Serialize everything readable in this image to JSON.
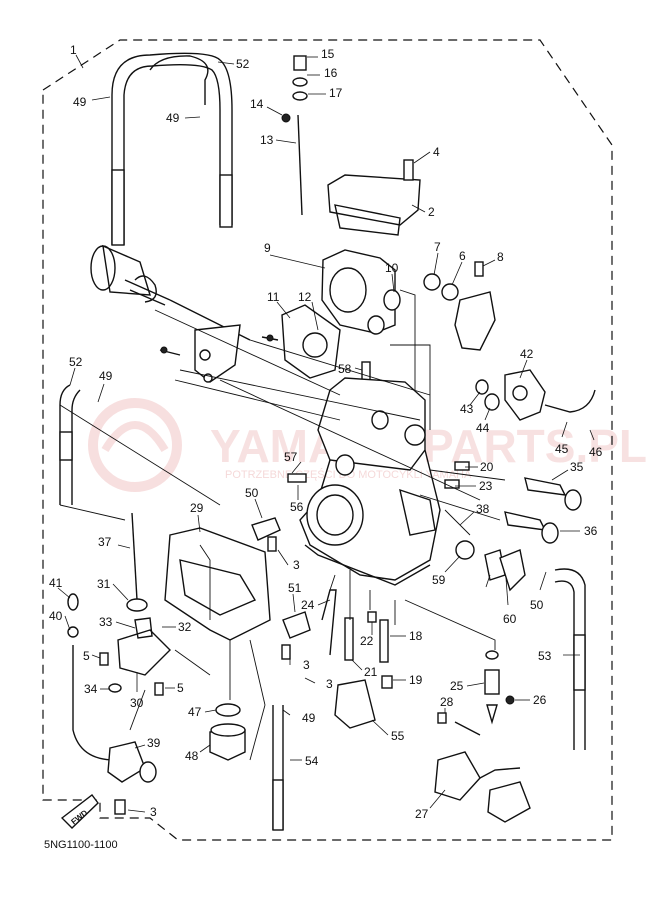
{
  "diagram": {
    "code": "5NG1100-1100",
    "fwd_label": "FWD",
    "watermark": "YAMAHA-PARTS.PL",
    "watermark_sub": "POTRZEBNE CZĘŚCI DO MOTOCYKLI YAMAHA",
    "callouts": [
      "1",
      "2",
      "3",
      "3",
      "3",
      "3",
      "4",
      "5",
      "5",
      "6",
      "7",
      "8",
      "9",
      "10",
      "11",
      "12",
      "13",
      "14",
      "15",
      "16",
      "17",
      "18",
      "19",
      "20",
      "21",
      "22",
      "23",
      "24",
      "25",
      "26",
      "27",
      "28",
      "29",
      "30",
      "31",
      "32",
      "33",
      "34",
      "35",
      "36",
      "37",
      "38",
      "39",
      "40",
      "41",
      "42",
      "43",
      "44",
      "45",
      "46",
      "47",
      "48",
      "49",
      "49",
      "49",
      "49",
      "50",
      "50",
      "51",
      "52",
      "52",
      "53",
      "54",
      "55",
      "56",
      "57",
      "58",
      "59",
      "60"
    ]
  }
}
